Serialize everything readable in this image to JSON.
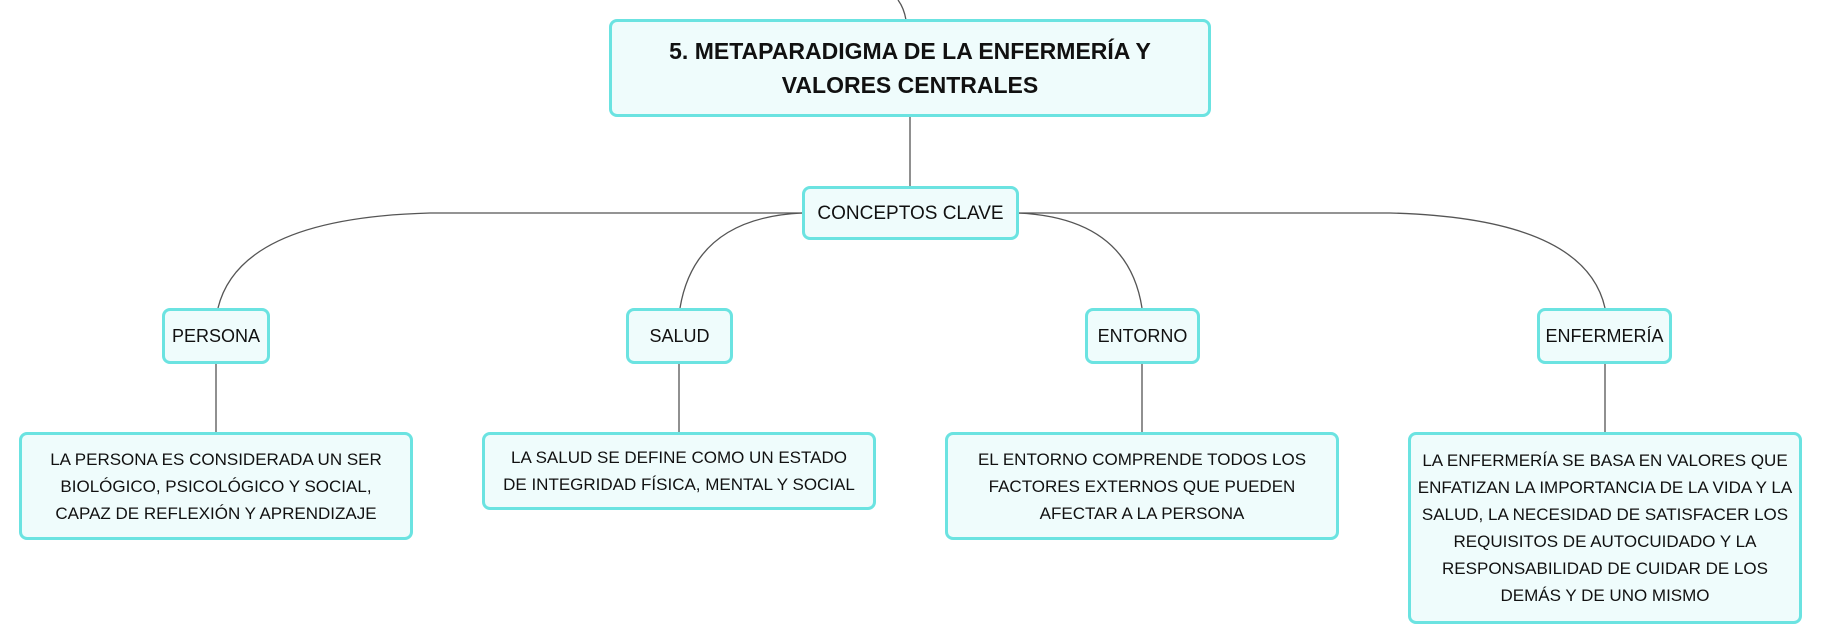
{
  "colors": {
    "node_fill": "#effcfc",
    "node_border": "#6be3e1",
    "connector": "#555555",
    "text": "#111111"
  },
  "root": {
    "title": "5. METAPARADIGMA DE LA ENFERMERÍA Y VALORES CENTRALES"
  },
  "hub": {
    "label": "CONCEPTOS CLAVE"
  },
  "concepts": [
    {
      "label": "PERSONA",
      "description": "LA PERSONA ES CONSIDERADA UN SER BIOLÓGICO, PSICOLÓGICO Y SOCIAL, CAPAZ DE REFLEXIÓN Y APRENDIZAJE"
    },
    {
      "label": "SALUD",
      "description": "LA SALUD SE DEFINE COMO UN ESTADO DE INTEGRIDAD FÍSICA, MENTAL Y SOCIAL"
    },
    {
      "label": "ENTORNO",
      "description": "EL ENTORNO COMPRENDE TODOS LOS FACTORES EXTERNOS QUE PUEDEN AFECTAR A LA PERSONA"
    },
    {
      "label": "ENFERMERÍA",
      "description": "LA ENFERMERÍA SE BASA EN VALORES QUE ENFATIZAN LA IMPORTANCIA DE LA VIDA Y LA SALUD, LA NECESIDAD DE SATISFACER LOS REQUISITOS DE AUTOCUIDADO Y LA RESPONSABILIDAD DE CUIDAR DE LOS DEMÁS Y DE UNO MISMO"
    }
  ]
}
